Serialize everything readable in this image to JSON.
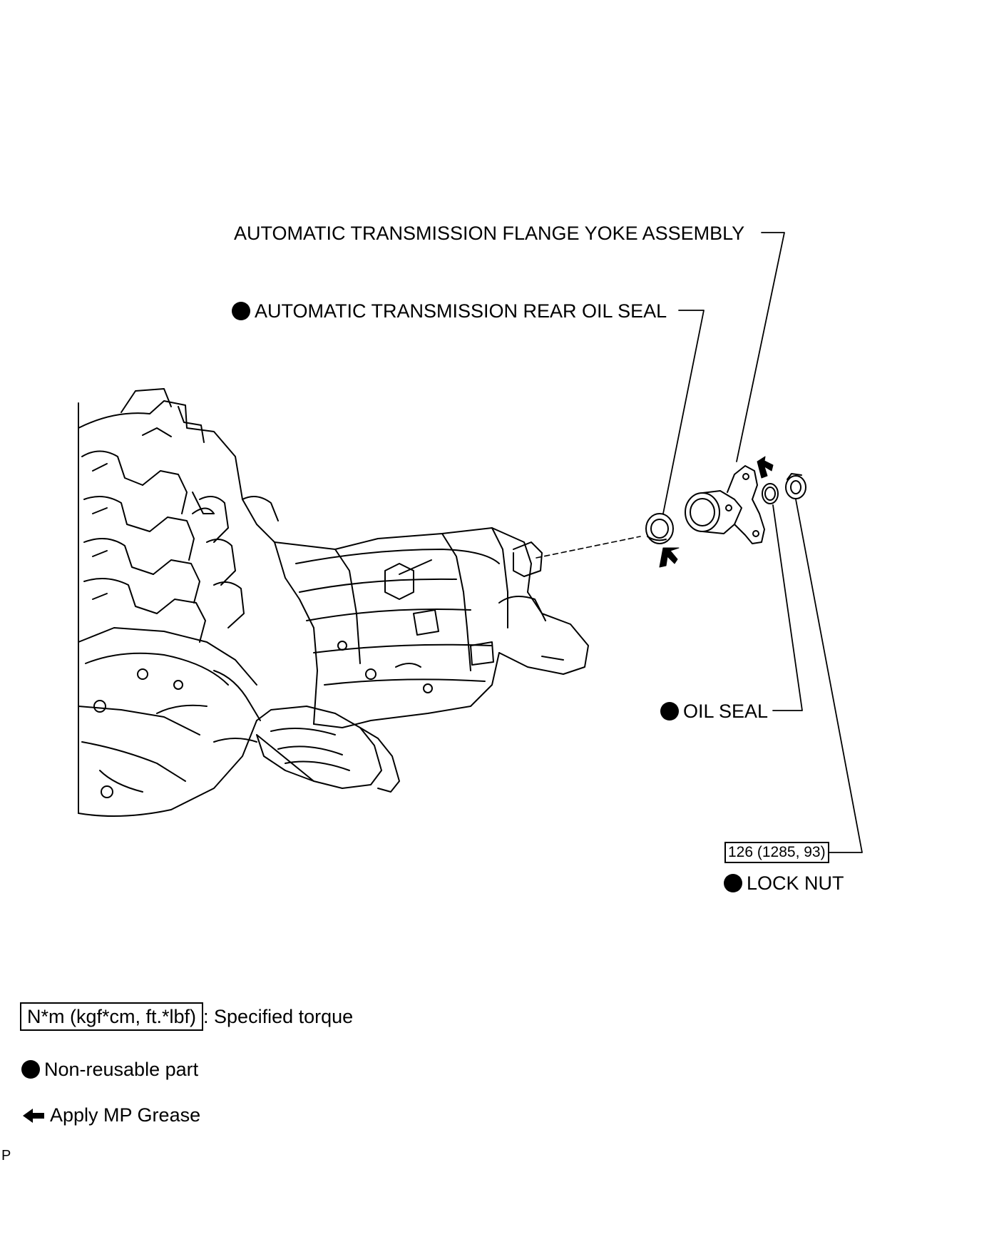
{
  "labels": {
    "flange_yoke": "AUTOMATIC TRANSMISSION FLANGE YOKE ASSEMBLY",
    "rear_oil_seal": "AUTOMATIC TRANSMISSION REAR OIL SEAL",
    "oil_seal": "OIL SEAL",
    "lock_nut": "LOCK NUT",
    "lock_nut_torque": "126 (1285, 93)"
  },
  "legend": {
    "torque_unit": "N*m (kgf*cm, ft.*lbf)",
    "torque_desc": ": Specified torque",
    "non_reusable": "Non-reusable part",
    "grease": "Apply MP Grease"
  },
  "corner_mark": "P"
}
